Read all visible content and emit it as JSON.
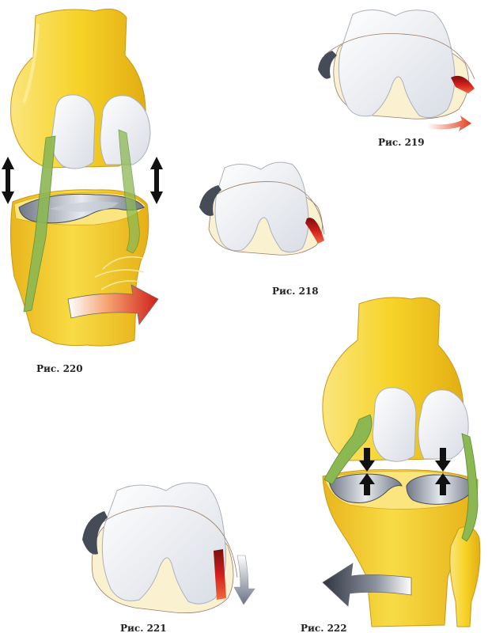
{
  "figures": [
    {
      "id": "fig220",
      "caption": "Рис. 220"
    },
    {
      "id": "fig219",
      "caption": "Рис. 219"
    },
    {
      "id": "fig218",
      "caption": "Рис. 218"
    },
    {
      "id": "fig221",
      "caption": "Рис. 221"
    },
    {
      "id": "fig222",
      "caption": "Рис. 222"
    }
  ],
  "colors": {
    "bone": "#f6d327",
    "bone_shade": "#e7b51a",
    "bone_light": "#fbe57e",
    "cartilage": "#eceff4",
    "cartilage_edge": "#a9b0bd",
    "ligament": "#8cb854",
    "ligament_dark": "#5c8c32",
    "meniscus": "#8d95a3",
    "meniscus_dark": "#454c58",
    "red": "#d01f1b",
    "red_light": "#f29a6b",
    "black": "#111111",
    "outline": "#9a7b67"
  },
  "icons": [
    "double-arrow-icon",
    "rotation-arrow-icon",
    "compression-arrow-icon"
  ]
}
